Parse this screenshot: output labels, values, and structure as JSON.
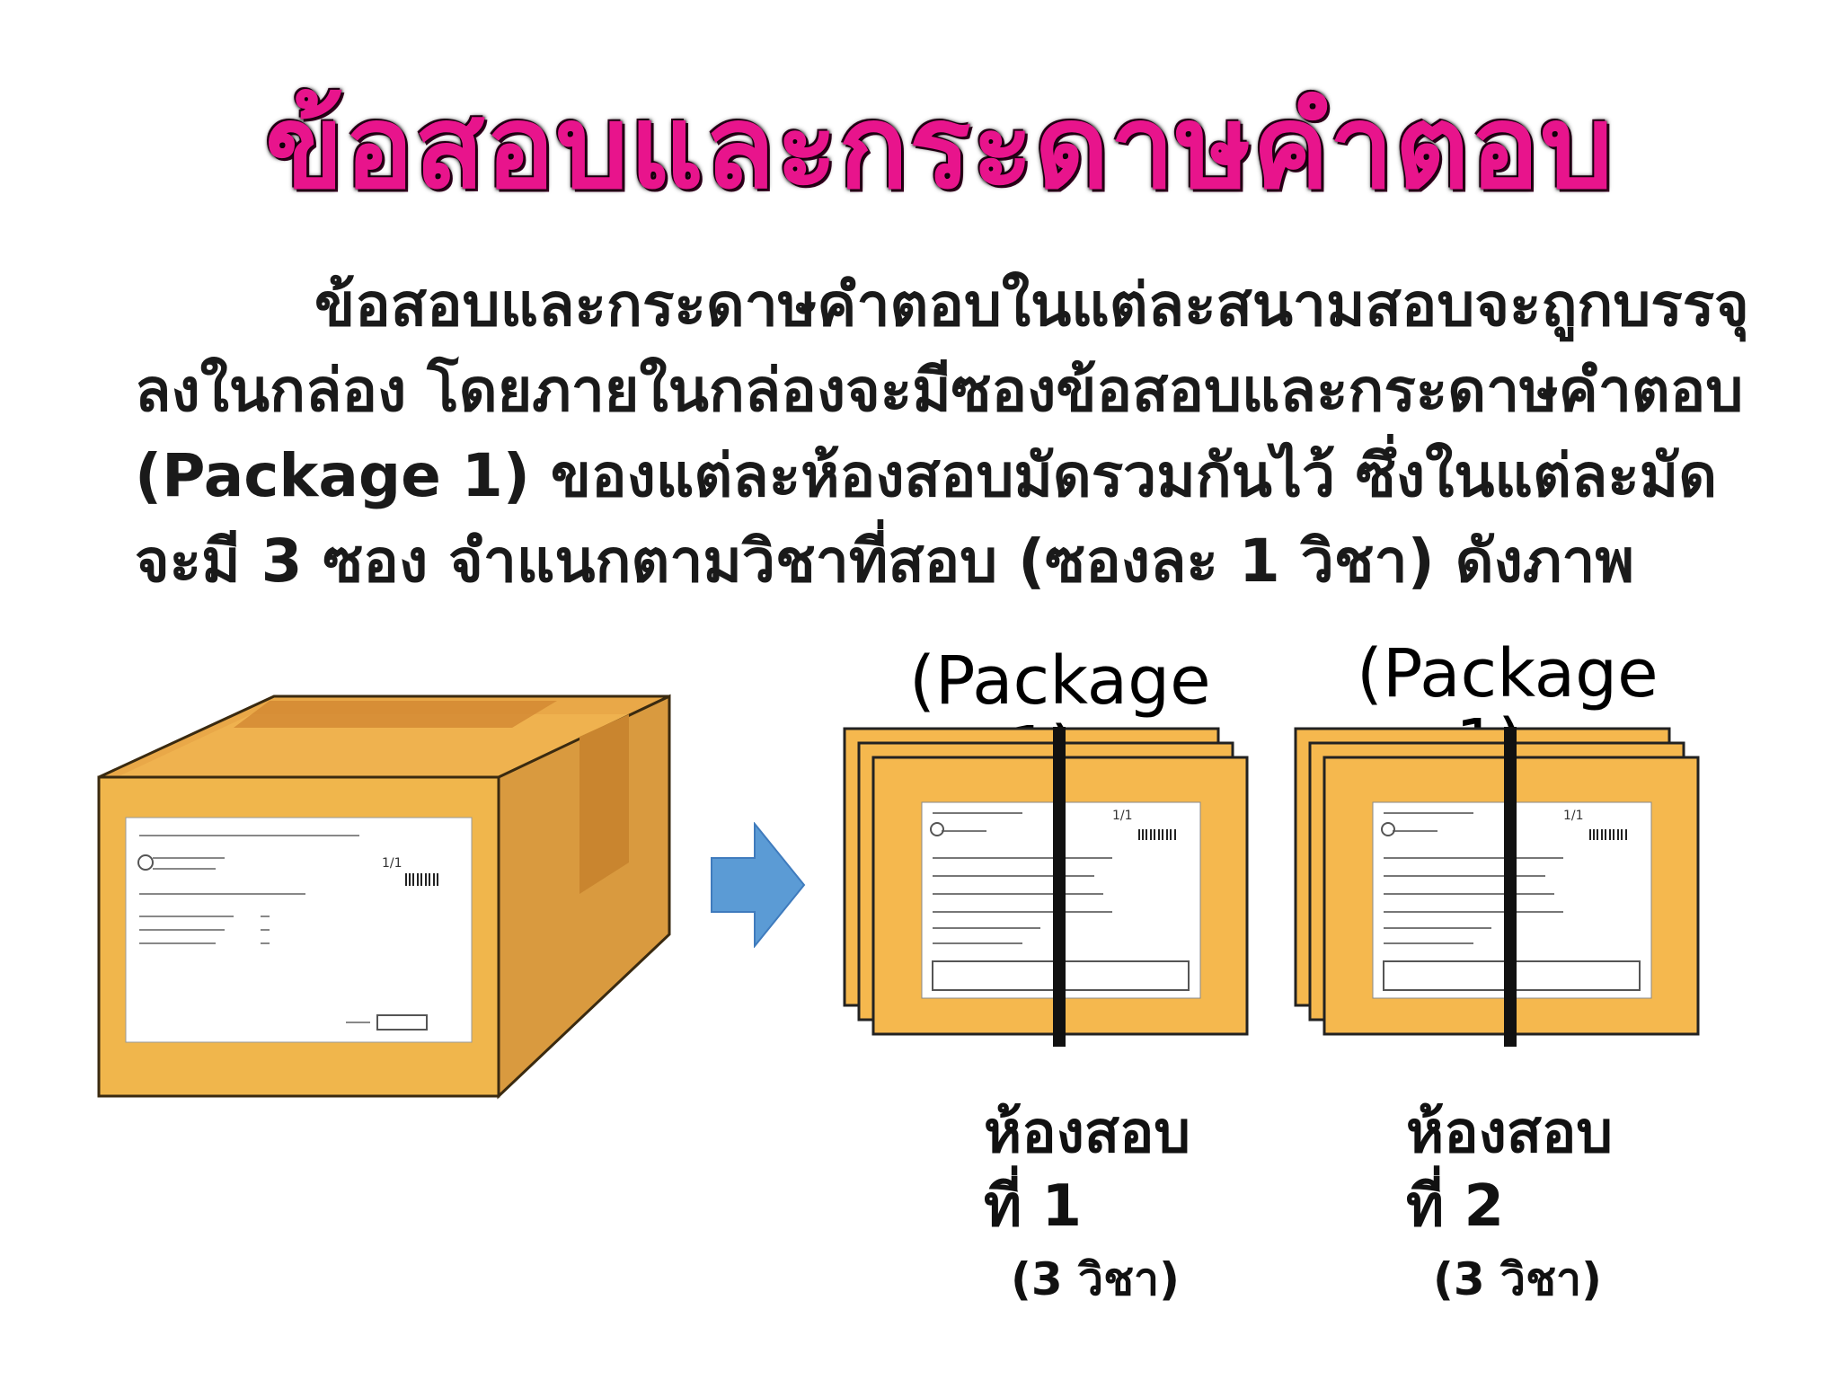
{
  "title": "ข้อสอบและกระดาษคำตอบ",
  "paragraph": "ข้อสอบและกระดาษคำตอบในแต่ละสนามสอบจะถูกบรรจุลงในกล่อง   โดยภายในกล่องจะมีซองข้อสอบและกระดาษคำตอบ (Package 1) ของแต่ละห้องสอบมัดรวมกันไว้ ซึ่งในแต่ละมัดจะมี 3 ซอง จำแนกตามวิชาที่สอบ (ซองละ 1 วิชา) ดังภาพ",
  "packages": [
    {
      "label_line1": "(Package",
      "label_line2": "1)",
      "room_line1": "ห้องสอบ",
      "room_line2": "ที่ 1",
      "subjects": "(3 วิชา)"
    },
    {
      "label_line1": "(Package",
      "label_line2": "1)",
      "room_line1": "ห้องสอบ",
      "room_line2": "ที่ 2",
      "subjects": "(3 วิชา)"
    }
  ],
  "box_label": {
    "page_count": "1/1"
  },
  "envelope_label": {
    "page_count": "1/1"
  },
  "colors": {
    "title": "#e8148c",
    "box": "#f0b64c",
    "envelope": "#f5b84e",
    "arrow": "#5b9bd5"
  }
}
